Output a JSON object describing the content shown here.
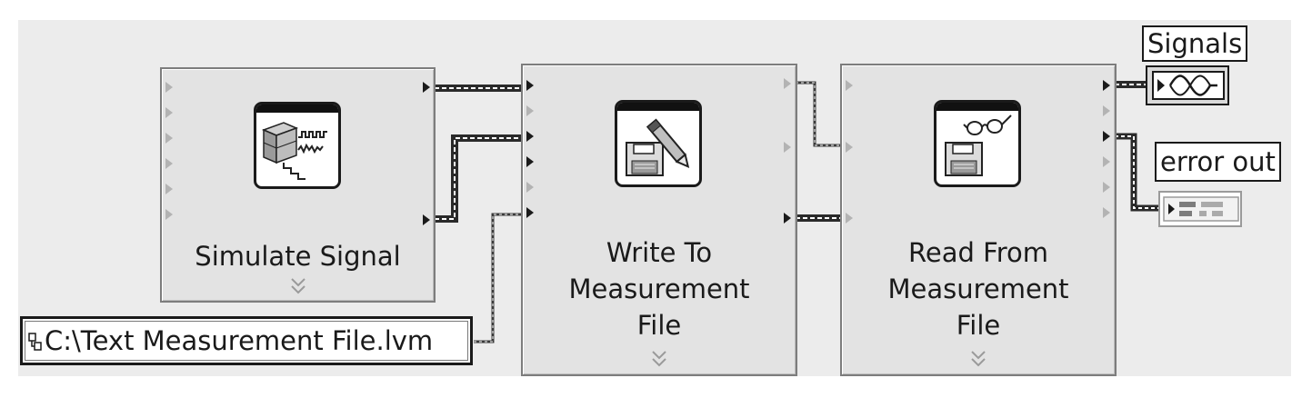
{
  "diagram": {
    "nodes": [
      {
        "id": "simulate-signal",
        "label": "Simulate Signal",
        "icon": "simulate-signal-icon"
      },
      {
        "id": "write-to-measurement-file",
        "label": "Write To\nMeasurement\nFile",
        "icon": "write-file-icon"
      },
      {
        "id": "read-from-measurement-file",
        "label": "Read From\nMeasurement\nFile",
        "icon": "read-file-icon"
      }
    ],
    "path_constant": {
      "value": "C:\\Text Measurement File.lvm"
    },
    "indicators": {
      "signals": {
        "label": "Signals",
        "icon": "waveform-indicator-icon"
      },
      "error_out": {
        "label": "error out",
        "icon": "error-cluster-indicator-icon"
      }
    },
    "colors": {
      "node_fill": "#e3e3e3",
      "wire_dark": "#2a2a2a",
      "wire_light": "#ffffff",
      "background": "#ececec"
    }
  }
}
